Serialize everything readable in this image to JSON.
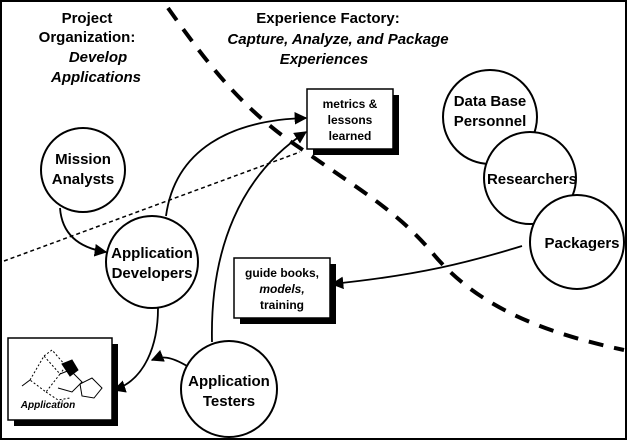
{
  "headings": {
    "project_org": [
      "Project",
      "Organization:",
      "Develop",
      "Applications"
    ],
    "experience_factory": [
      "Experience Factory:",
      "Capture, Analyze, and Package",
      "Experiences"
    ]
  },
  "nodes": {
    "mission_analysts": [
      "Mission",
      "Analysts"
    ],
    "application_developers": [
      "Application",
      "Developers"
    ],
    "application_testers": [
      "Application",
      "Testers"
    ],
    "database_personnel": [
      "Data Base",
      "Personnel"
    ],
    "researchers": [
      "Researchers"
    ],
    "packagers": [
      "Packagers"
    ]
  },
  "boxes": {
    "metrics": [
      "metrics &",
      "lessons",
      "learned"
    ],
    "guide": [
      "guide books,",
      "models,",
      "training"
    ]
  },
  "application_label": "Application",
  "colors": {
    "ink": "#000000",
    "paper": "#ffffff",
    "shadow": "#000000"
  }
}
